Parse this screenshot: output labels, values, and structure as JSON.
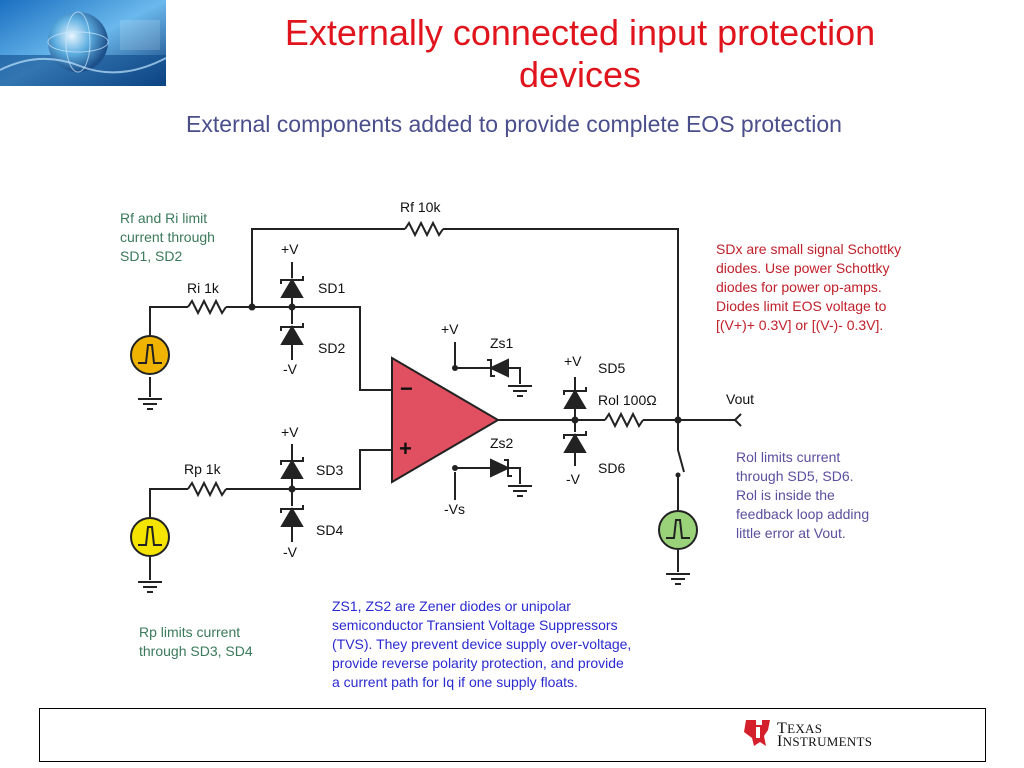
{
  "slide": {
    "title": "Externally connected input protection devices",
    "subtitle": "External components added to provide complete EOS protection"
  },
  "notes": {
    "rf_ri": [
      "Rf and Ri limit",
      "current through",
      "SD1, SD2"
    ],
    "sdx": [
      "SDx are small signal Schottky",
      "diodes. Use power Schottky",
      "diodes for power op-amps.",
      "Diodes limit EOS voltage to",
      "[(V+)+ 0.3V] or [(V-)- 0.3V]."
    ],
    "rol": [
      "Rol limits current",
      "through SD5, SD6.",
      "Rol is inside the",
      "feedback loop adding",
      "little error at Vout."
    ],
    "rp": [
      "Rp limits current",
      "through SD3, SD4"
    ],
    "zs": [
      "ZS1, ZS2 are Zener diodes or unipolar",
      "semiconductor Transient Voltage Suppressors",
      "(TVS). They prevent device supply over-voltage,",
      "provide reverse polarity protection, and provide",
      "a current path for Iq if one supply floats."
    ]
  },
  "circuit": {
    "rf": "Rf 10k",
    "ri": "Ri 1k",
    "rp": "Rp 1k",
    "rol": "Rol 100Ω",
    "vout": "Vout",
    "sd1": "SD1",
    "sd2": "SD2",
    "sd3": "SD3",
    "sd4": "SD4",
    "sd5": "SD5",
    "sd6": "SD6",
    "zs1": "Zs1",
    "zs2": "Zs2",
    "vplus": "+V",
    "vminus": "-V",
    "vs_minus": "-Vs",
    "minus_sign": "−",
    "plus_sign": "+"
  },
  "footer": {
    "brand_line1_big": "T",
    "brand_line1": "EXAS",
    "brand_line2_big": "I",
    "brand_line2": "NSTRUMENTS"
  },
  "colors": {
    "title": "#e0141c",
    "subtitle": "#4a4f8c",
    "opamp": "#e05060",
    "source_orange": "#f0b400",
    "source_yellow": "#f4e400",
    "source_green": "#9ad27a",
    "ti_red": "#d4202a"
  }
}
